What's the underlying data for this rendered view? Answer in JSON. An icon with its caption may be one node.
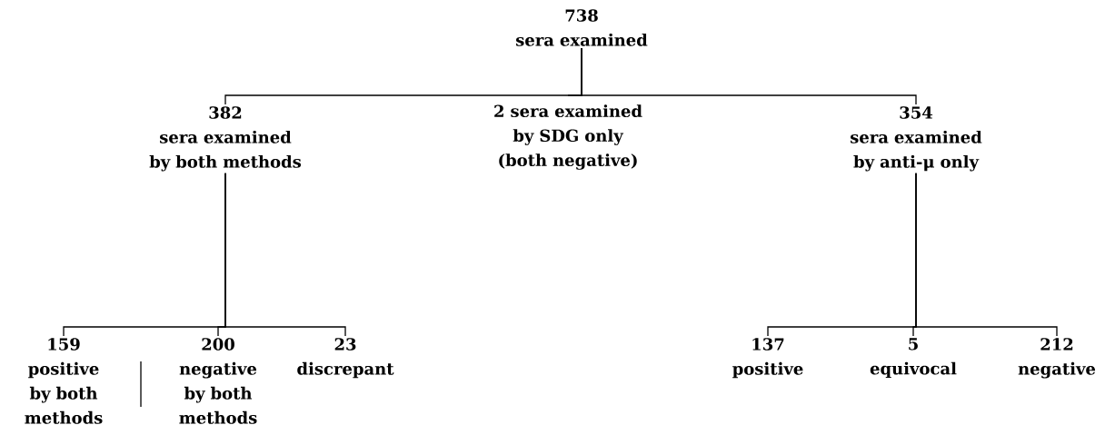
{
  "diagram": {
    "nodes": [
      {
        "text": [
          "738",
          "sera examined"
        ]
      },
      {
        "text": [
          "382",
          "sera examined by both methods"
        ]
      },
      {
        "text": [
          "2 sera examined by SDG only (both negative)"
        ]
      },
      {
        "text": [
          "354",
          "sera examined by anti-μ only"
        ]
      },
      {
        "text": [
          "159",
          "positive by both methods"
        ]
      },
      {
        "text": [
          "200",
          "negative by both methods"
        ]
      },
      {
        "text": [
          "23",
          "discrepant"
        ]
      },
      {
        "text": [
          "137",
          "positive"
        ]
      },
      {
        "text": [
          "5",
          "equivocal"
        ]
      },
      {
        "text": [
          "212",
          "negative"
        ]
      }
    ],
    "edges": [
      {
        "from": 0,
        "to": 1,
        "arrow": "none"
      },
      {
        "from": 0,
        "to": 2,
        "arrow": "none"
      },
      {
        "from": 0,
        "to": 3,
        "arrow": "none"
      },
      {
        "from": 1,
        "to": 4,
        "arrow": "none"
      },
      {
        "from": 1,
        "to": 5,
        "arrow": "none"
      },
      {
        "from": 1,
        "to": 6,
        "arrow": "none"
      },
      {
        "from": 3,
        "to": 7,
        "arrow": "none"
      },
      {
        "from": 3,
        "to": 8,
        "arrow": "none"
      },
      {
        "from": 3,
        "to": 9,
        "arrow": "none"
      }
    ]
  }
}
